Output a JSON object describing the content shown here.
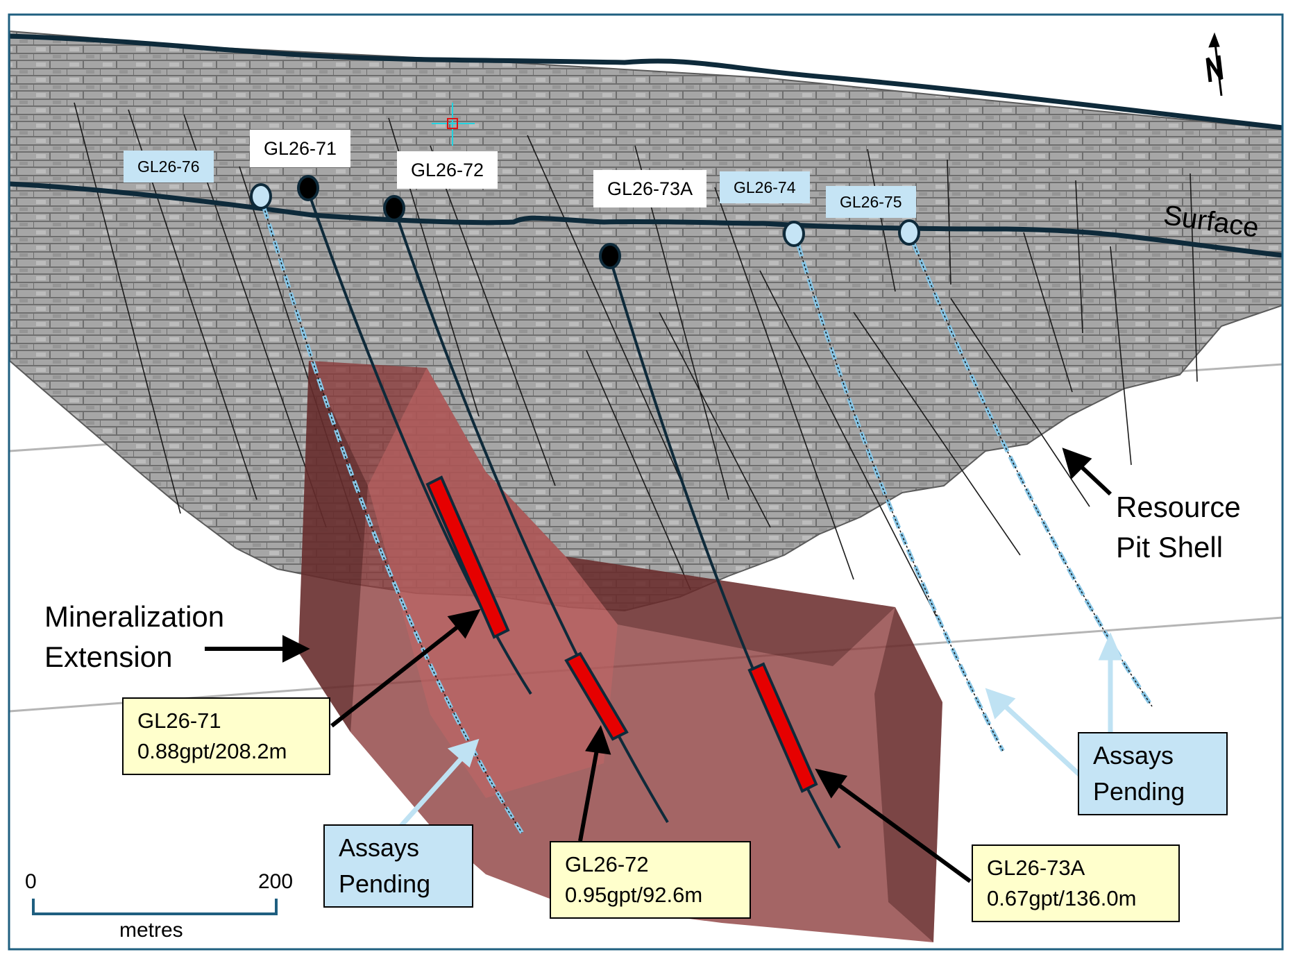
{
  "figure": {
    "title": "Drill section showing resource pit shell and mineralization extension",
    "colors": {
      "frame": "#1f5f80",
      "pit_shell": "#a4a4a4",
      "surface_line": "#0e2a3a",
      "mineralization": "#8a3a3a",
      "intercept": "#e60000",
      "collar_reported": "#000000",
      "collar_pending": "#c5e4f5",
      "callout_bg": "#ffffcc",
      "pending_bg": "#c5e4f5"
    }
  },
  "north_arrow": {
    "label": "N"
  },
  "surface": {
    "label": "Surface"
  },
  "pit_shell": {
    "label_line1": "Resource",
    "label_line2": "Pit Shell"
  },
  "mineralization": {
    "label_line1": "Mineralization",
    "label_line2": "Extension"
  },
  "drill_holes": [
    {
      "id": "GL26-76",
      "status": "pending",
      "label": "GL26-76"
    },
    {
      "id": "GL26-71",
      "status": "reported",
      "label": "GL26-71"
    },
    {
      "id": "GL26-72",
      "status": "reported",
      "label": "GL26-72"
    },
    {
      "id": "GL26-73A",
      "status": "reported",
      "label": "GL26-73A"
    },
    {
      "id": "GL26-74",
      "status": "pending",
      "label": "GL26-74"
    },
    {
      "id": "GL26-75",
      "status": "pending",
      "label": "GL26-75"
    }
  ],
  "intercepts": [
    {
      "hole": "GL26-71",
      "line1": "GL26-71",
      "line2": "0.88gpt/208.2m"
    },
    {
      "hole": "GL26-72",
      "line1": "GL26-72",
      "line2": "0.95gpt/92.6m"
    },
    {
      "hole": "GL26-73A",
      "line1": "GL26-73A",
      "line2": "0.67gpt/136.0m"
    }
  ],
  "pending_callouts": [
    {
      "line1": "Assays",
      "line2": "Pending"
    },
    {
      "line1": "Assays",
      "line2": "Pending"
    }
  ],
  "scale_bar": {
    "start": "0",
    "end": "200",
    "unit": "metres"
  }
}
